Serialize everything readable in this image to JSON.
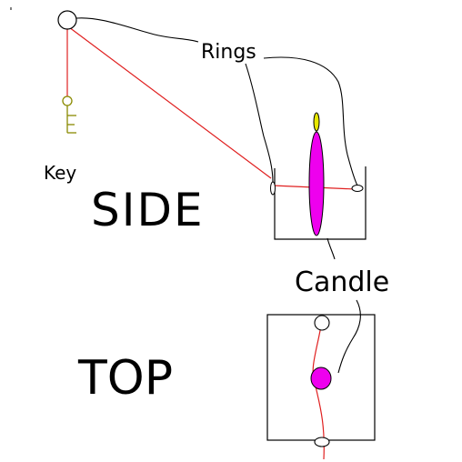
{
  "labels": {
    "rings": "Rings",
    "key": "Key",
    "side": "SIDE",
    "top": "TOP",
    "candle": "Candle"
  },
  "colors": {
    "background": "#ffffff",
    "ink": "#000000",
    "string": "#e02020",
    "candle": "#ee00ee",
    "flame": "#e8e800",
    "key": "#8a8a00"
  }
}
